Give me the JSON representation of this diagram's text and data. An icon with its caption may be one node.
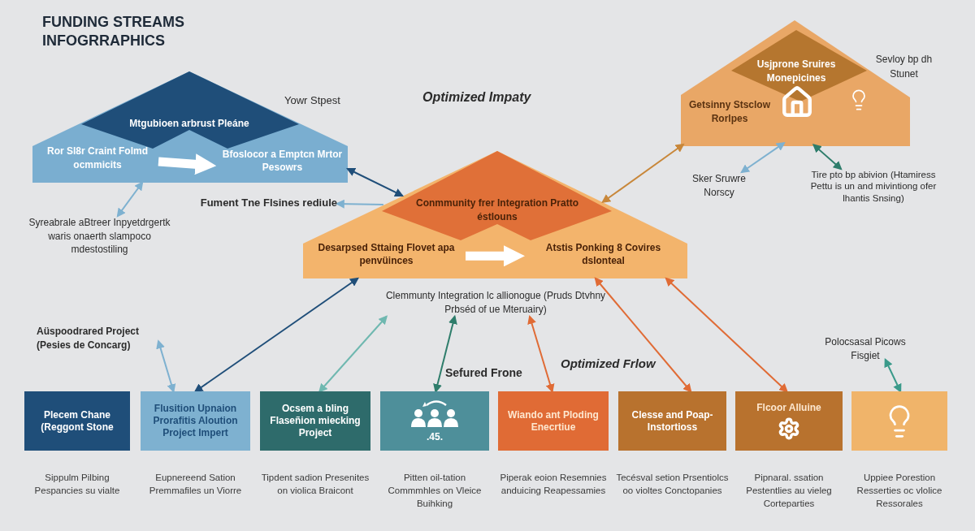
{
  "diagram": {
    "title": "FUNDING STREAMS INFOGRRAPHICS",
    "nodes": [
      {
        "text": [
          "Mtgubioen arbrust Pleáne"
        ]
      },
      {
        "text": [
          "Ror Sl8r Craint Folmd ocmmicits"
        ],
        "in": 0
      },
      {
        "text": [
          "Bfoslocor a Emptcn Mrtor Pesowrs"
        ],
        "in": 0
      },
      {
        "text": [
          "Conmmunity frer Integration Pratto éstlouns"
        ]
      },
      {
        "text": [
          "Desarpsed Sttaing Flovet apa penvüinces"
        ],
        "in": 3
      },
      {
        "text": [
          "Atstis Ponking 8 Covires dslonteal"
        ],
        "in": 3
      },
      {
        "text": [
          "Usjprone Sruires Monepicines",
          "Getsinny Stsclow Rorlpes"
        ]
      },
      {
        "text": [
          "Fument Tne Flsines rediule"
        ]
      },
      {
        "text": [
          "Syreabrale aBtreer Inpyetdrgertk waris onaerth slampoco mdestostiling"
        ]
      },
      {
        "text": [
          "Sker Sruwre Norscy"
        ]
      },
      {
        "text": [
          "Tire pto bp abivion (Htamiress Pettu is un and mivintiong ofer lhantis Snsing)"
        ]
      },
      {
        "text": [
          "Clemmunty Integration lc allionogue (Pruds Dtvhny Prbséd of ue Mteruairy)"
        ]
      },
      {
        "text": [
          "Aüspoodrared Project (Pesies de Concarg)"
        ]
      },
      {
        "text": [
          "Polocsasal Picows Fisgiet"
        ]
      },
      {
        "text": [
          "Plecem Chane (Reggont Stone"
        ],
        "beside": [
          "Sippulm Pilbing Pespancies su vialte"
        ]
      },
      {
        "text": [
          "Flusition Upnaion Prorafitis Aloution Project Impert"
        ],
        "beside": [
          "Eupnereend Sation Premmafiles un Viorre"
        ]
      },
      {
        "text": [
          "Ocsem a bling Flaseñion miecking Project"
        ],
        "beside": [
          "Tipdent sadion Presenites on violica Braicont"
        ]
      },
      {
        "text": [
          ".45."
        ],
        "beside": [
          "Pitten oil-tation Commmhles on Vleice Buihking"
        ]
      },
      {
        "text": [
          "Wiando ant Ploding Enecrtiue"
        ],
        "beside": [
          "Piperak eoion Resemnies anduicing Reapessamies"
        ]
      },
      {
        "text": [
          "Clesse and Poap- Instortioss"
        ],
        "beside": [
          "Tecésval setion Prsentiolcs oo violtes Conctopanies"
        ]
      },
      {
        "text": [
          "Flcoor Alluine"
        ],
        "beside": [
          "Pipnaral. ssation Pestentlies au vieleg Corteparties"
        ]
      },
      {
        "text": [],
        "shape": "box",
        "beside": [
          "Uppiee Porestion Resserties oc vlolice Ressorales"
        ]
      }
    ],
    "edges": [
      {
        "from": 1,
        "to": 2,
        "arrow": "to",
        "style": "thick",
        "color": "#ffffff"
      },
      {
        "from": 4,
        "to": 5,
        "arrow": "to",
        "style": "thick",
        "color": "#ffffff"
      },
      {
        "from": 0,
        "to": 3,
        "arrow": "both",
        "color": "#1f4e79"
      },
      {
        "from": 3,
        "to": 7,
        "arrow": "to",
        "color": "#7eb1d0"
      },
      {
        "from": 8,
        "to": 0,
        "arrow": "both",
        "color": "#7eb1d0"
      },
      {
        "from": 3,
        "to": 6,
        "arrow": "both",
        "color": "#c8873a"
      },
      {
        "from": 9,
        "to": 6,
        "arrow": "both",
        "color": "#7eb1d0"
      },
      {
        "from": 10,
        "to": 6,
        "arrow": "both",
        "color": "#2e7d6b"
      },
      {
        "from": 12,
        "to": 15,
        "arrow": "both",
        "color": "#7eb1d0"
      },
      {
        "from": 3,
        "to": 15,
        "arrow": "both",
        "color": "#1f4e79"
      },
      {
        "from": 11,
        "to": 16,
        "arrow": "both",
        "color": "#6fb8b0"
      },
      {
        "from": 11,
        "to": 17,
        "arrow": "both",
        "color": "#2e7d6b"
      },
      {
        "from": 11,
        "to": 18,
        "arrow": "both",
        "color": "#e06b35"
      },
      {
        "from": 3,
        "to": 19,
        "arrow": "both",
        "color": "#e06b35"
      },
      {
        "from": 3,
        "to": 20,
        "arrow": "both",
        "color": "#e06b35"
      },
      {
        "from": 13,
        "to": 21,
        "arrow": "both",
        "color": "#3a9a8a"
      }
    ],
    "labels": [
      "Yowr Stpest",
      "Optimized Impaty",
      "Sevloy bp dh Stunet",
      "Sefured Frone",
      "Optimized Frlow"
    ]
  }
}
